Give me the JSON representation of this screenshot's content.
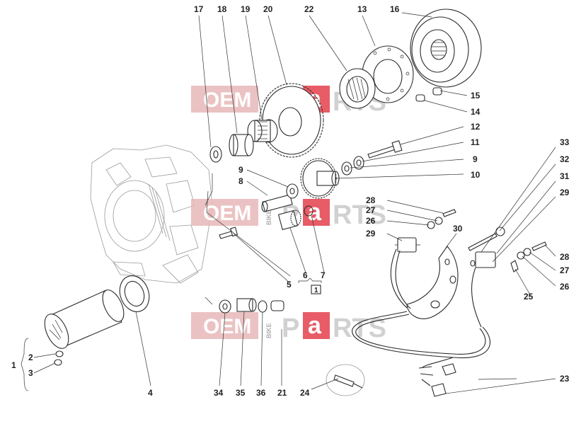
{
  "watermark": {
    "oem": "OEM",
    "bike": "BIKE",
    "p": "P",
    "a": "a",
    "rts": "RTS"
  },
  "callouts": {
    "n1": "1",
    "n2": "2",
    "n3": "3",
    "n4": "4",
    "n5": "5",
    "n6": "6",
    "n7": "7",
    "n8": "8",
    "n9a": "9",
    "n9b": "9",
    "n10": "10",
    "n11": "11",
    "n12": "12",
    "n13": "13",
    "n14": "14",
    "n15": "15",
    "n16": "16",
    "n17": "17",
    "n18": "18",
    "n19": "19",
    "n20": "20",
    "n21": "21",
    "n22": "22",
    "n23": "23",
    "n24": "24",
    "n25": "25",
    "n26a": "26",
    "n26b": "26",
    "n27a": "27",
    "n27b": "27",
    "n28a": "28",
    "n28b": "28",
    "n29a": "29",
    "n29b": "29",
    "n30": "30",
    "n31": "31",
    "n32": "32",
    "n33": "33",
    "n34": "34",
    "n35": "35",
    "n36": "36",
    "kit": "1"
  },
  "colors": {
    "watermark_red": "#e44a57",
    "watermark_pink": "#e8b7b9",
    "line": "#2a2a2a"
  }
}
